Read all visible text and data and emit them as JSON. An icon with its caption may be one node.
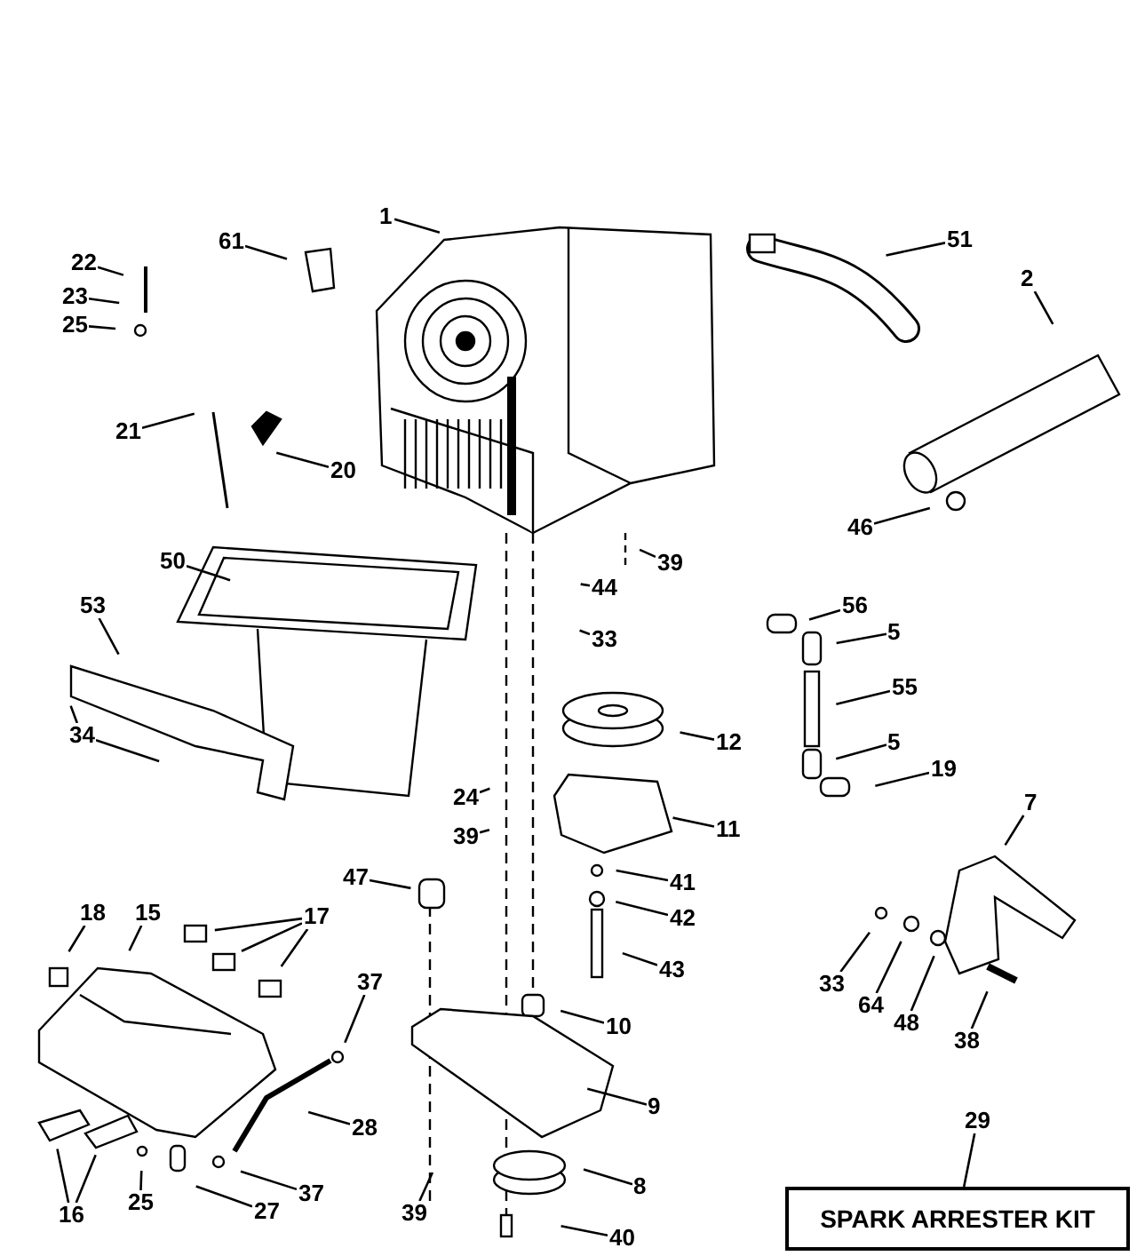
{
  "diagram": {
    "nodes": [
      {
        "text": [
          "22"
        ]
      },
      {
        "text": [
          "23"
        ]
      },
      {
        "text": [
          "25"
        ]
      },
      {
        "text": [
          "61"
        ]
      },
      {
        "text": [
          "1"
        ]
      },
      {
        "text": [
          "21"
        ]
      },
      {
        "text": [
          "20"
        ]
      },
      {
        "text": [
          "50"
        ]
      },
      {
        "text": [
          "53"
        ]
      },
      {
        "text": [
          "34"
        ]
      },
      {
        "text": [
          "51"
        ]
      },
      {
        "text": [
          "2"
        ]
      },
      {
        "text": [
          "46"
        ]
      },
      {
        "text": [
          "39"
        ]
      },
      {
        "text": [
          "44"
        ]
      },
      {
        "text": [
          "33"
        ]
      },
      {
        "text": [
          "56"
        ]
      },
      {
        "text": [
          "5"
        ]
      },
      {
        "text": [
          "55"
        ]
      },
      {
        "text": [
          "5"
        ]
      },
      {
        "text": [
          "19"
        ]
      },
      {
        "text": [
          "12"
        ]
      },
      {
        "text": [
          "24"
        ]
      },
      {
        "text": [
          "39"
        ]
      },
      {
        "text": [
          "11"
        ]
      },
      {
        "text": [
          "7"
        ]
      },
      {
        "text": [
          "41"
        ]
      },
      {
        "text": [
          "42"
        ]
      },
      {
        "text": [
          "43"
        ]
      },
      {
        "text": [
          "47"
        ]
      },
      {
        "text": [
          "18"
        ]
      },
      {
        "text": [
          "15"
        ]
      },
      {
        "text": [
          "17"
        ]
      },
      {
        "text": [
          "37"
        ]
      },
      {
        "text": [
          "10"
        ]
      },
      {
        "text": [
          "28"
        ]
      },
      {
        "text": [
          "9"
        ]
      },
      {
        "text": [
          "33"
        ]
      },
      {
        "text": [
          "64"
        ]
      },
      {
        "text": [
          "48"
        ]
      },
      {
        "text": [
          "38"
        ]
      },
      {
        "text": [
          "16"
        ]
      },
      {
        "text": [
          "25"
        ]
      },
      {
        "text": [
          "27"
        ]
      },
      {
        "text": [
          "37"
        ]
      },
      {
        "text": [
          "39"
        ]
      },
      {
        "text": [
          "8"
        ]
      },
      {
        "text": [
          "40"
        ]
      },
      {
        "text": [
          "29"
        ]
      },
      {
        "text": [
          "SPARK ARRESTER KIT"
        ]
      }
    ],
    "edges": [
      {
        "from": 0,
        "to": null,
        "arrow": "none"
      },
      {
        "from": 1,
        "to": null,
        "arrow": "none"
      },
      {
        "from": 2,
        "to": null,
        "arrow": "none"
      },
      {
        "from": 3,
        "to": null,
        "arrow": "none"
      },
      {
        "from": 4,
        "to": null,
        "arrow": "none"
      },
      {
        "from": 5,
        "to": null,
        "arrow": "none"
      },
      {
        "from": 6,
        "to": null,
        "arrow": "none"
      },
      {
        "from": 7,
        "to": null,
        "arrow": "none"
      },
      {
        "from": 8,
        "to": null,
        "arrow": "none"
      },
      {
        "from": 9,
        "to": null,
        "arrow": "none"
      },
      {
        "from": 9,
        "to": null,
        "arrow": "none"
      },
      {
        "from": 10,
        "to": null,
        "arrow": "none"
      },
      {
        "from": 11,
        "to": null,
        "arrow": "none"
      },
      {
        "from": 12,
        "to": null,
        "arrow": "none"
      },
      {
        "from": 13,
        "to": null,
        "arrow": "none"
      },
      {
        "from": 14,
        "to": null,
        "arrow": "none"
      },
      {
        "from": 15,
        "to": null,
        "arrow": "none"
      },
      {
        "from": 16,
        "to": null,
        "arrow": "none"
      },
      {
        "from": 17,
        "to": null,
        "arrow": "none"
      },
      {
        "from": 18,
        "to": null,
        "arrow": "none"
      },
      {
        "from": 19,
        "to": null,
        "arrow": "none"
      },
      {
        "from": 20,
        "to": null,
        "arrow": "none"
      },
      {
        "from": 21,
        "to": null,
        "arrow": "none"
      },
      {
        "from": 22,
        "to": null,
        "arrow": "none"
      },
      {
        "from": 23,
        "to": null,
        "arrow": "none"
      },
      {
        "from": 24,
        "to": null,
        "arrow": "none"
      },
      {
        "from": 25,
        "to": null,
        "arrow": "none"
      },
      {
        "from": 26,
        "to": null,
        "arrow": "none"
      },
      {
        "from": 27,
        "to": null,
        "arrow": "none"
      },
      {
        "from": 28,
        "to": null,
        "arrow": "none"
      },
      {
        "from": 29,
        "to": null,
        "arrow": "none"
      },
      {
        "from": 30,
        "to": null,
        "arrow": "none"
      },
      {
        "from": 31,
        "to": null,
        "arrow": "none"
      },
      {
        "from": 32,
        "to": null,
        "arrow": "none"
      },
      {
        "from": 32,
        "to": null,
        "arrow": "none"
      },
      {
        "from": 32,
        "to": null,
        "arrow": "none"
      },
      {
        "from": 33,
        "to": null,
        "arrow": "none"
      },
      {
        "from": 34,
        "to": null,
        "arrow": "none"
      },
      {
        "from": 35,
        "to": null,
        "arrow": "none"
      },
      {
        "from": 36,
        "to": null,
        "arrow": "none"
      },
      {
        "from": 37,
        "to": null,
        "arrow": "none"
      },
      {
        "from": 38,
        "to": null,
        "arrow": "none"
      },
      {
        "from": 39,
        "to": null,
        "arrow": "none"
      },
      {
        "from": 40,
        "to": null,
        "arrow": "none"
      },
      {
        "from": 41,
        "to": null,
        "arrow": "none"
      },
      {
        "from": 41,
        "to": null,
        "arrow": "none"
      },
      {
        "from": 42,
        "to": null,
        "arrow": "none"
      },
      {
        "from": 43,
        "to": null,
        "arrow": "none"
      },
      {
        "from": 44,
        "to": null,
        "arrow": "none"
      },
      {
        "from": 45,
        "to": null,
        "arrow": "none"
      },
      {
        "from": 46,
        "to": null,
        "arrow": "none"
      },
      {
        "from": 47,
        "to": null,
        "arrow": "none"
      },
      {
        "from": 48,
        "to": 49,
        "arrow": "none"
      }
    ]
  }
}
